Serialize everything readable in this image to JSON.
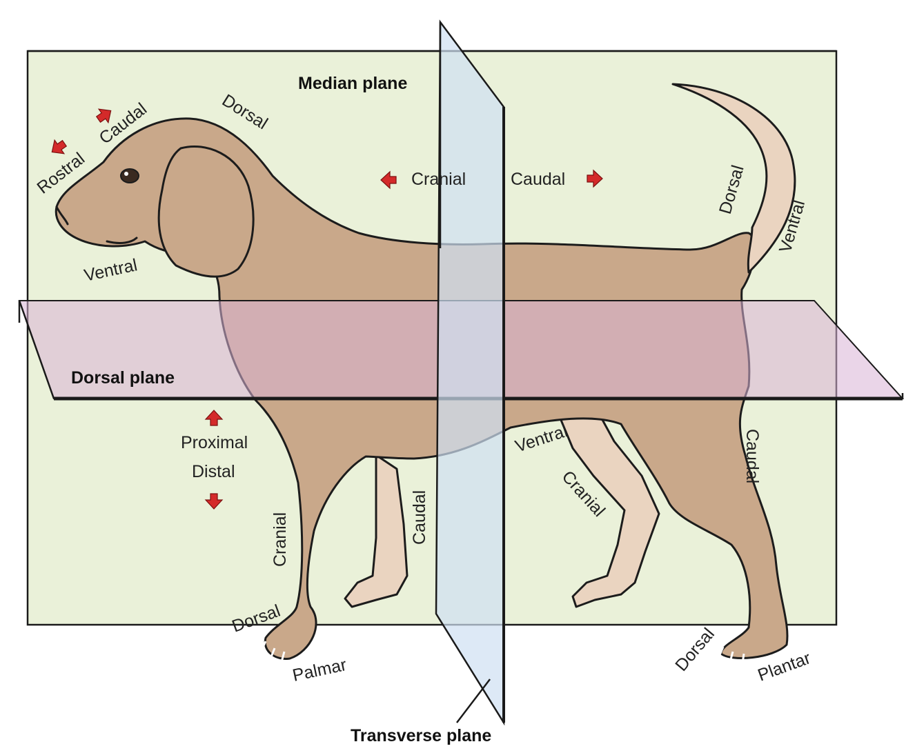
{
  "planes": {
    "median": "Median plane",
    "dorsal": "Dorsal plane",
    "transverse": "Transverse plane"
  },
  "labels": {
    "rostral": "Rostral",
    "caudal_head": "Caudal",
    "dorsal_head": "Dorsal",
    "ventral_head": "Ventral",
    "cranial_body": "Cranial",
    "caudal_body": "Caudal",
    "dorsal_tail": "Dorsal",
    "ventral_tail": "Ventral",
    "proximal": "Proximal",
    "distal": "Distal",
    "cranial_foreleg": "Cranial",
    "caudal_foreleg": "Caudal",
    "dorsal_forepaw": "Dorsal",
    "palmar": "Palmar",
    "ventral_belly": "Ventral",
    "cranial_hindleg": "Cranial",
    "caudal_hindleg": "Caudal",
    "dorsal_hindpaw": "Dorsal",
    "plantar": "Plantar"
  },
  "colors": {
    "median_plane": "#eaf1d9",
    "dorsal_plane": "#d9b3d6",
    "transverse_plane": "#cfe0f2",
    "dog_body": "#c9a88a",
    "dog_far_legs": "#ead4c0",
    "arrow": "#d42a2a"
  }
}
